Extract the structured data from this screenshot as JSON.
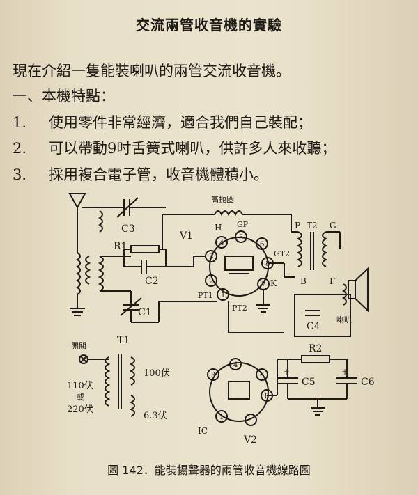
{
  "article": {
    "title": "交流兩管收音機的實驗",
    "intro": "現在介紹一隻能裝喇叭的兩管交流收音機。",
    "section_heading": "一、本機特點：",
    "features": [
      {
        "num": "1.",
        "text": "使用零件非常經濟，適合我們自己裝配；"
      },
      {
        "num": "2.",
        "text": "可以帶動9吋舌簧式喇叭，供許多人來收聽；"
      },
      {
        "num": "3.",
        "text": "採用複合電子管，收音機體積小。"
      }
    ]
  },
  "diagram": {
    "labels": {
      "c3": "C3",
      "r1": "R1",
      "c2": "C2",
      "c1": "C1",
      "choke": "高扼圈",
      "v1": "V1",
      "h": "H",
      "gp": "GP",
      "p": "P",
      "t2": "T2",
      "g": "G",
      "gt2": "GT2",
      "k": "K",
      "pt1": "PT1",
      "pt2": "PT2",
      "b": "B",
      "f": "F",
      "c4": "C4",
      "speaker": "喇叭",
      "t1": "T1",
      "switch": "開關",
      "v110": "110伏",
      "or": "或",
      "v220": "220伏",
      "v100": "100伏",
      "v63": "6.3伏",
      "r2": "R2",
      "c5": "C5",
      "c6": "C6",
      "ic": "IC",
      "v2": "V2",
      "plus1": "+",
      "plus2": "+",
      "p1": "1",
      "p2": "2",
      "p3": "3",
      "p4": "4",
      "p5": "5",
      "p6": "6",
      "p7": "7",
      "p8": "8",
      "q1": "1",
      "q3": "3",
      "q4": "4",
      "q6": "6",
      "q8": "8"
    }
  },
  "caption": "圖 142．能裝揚聲器的兩管收音機線路圖"
}
